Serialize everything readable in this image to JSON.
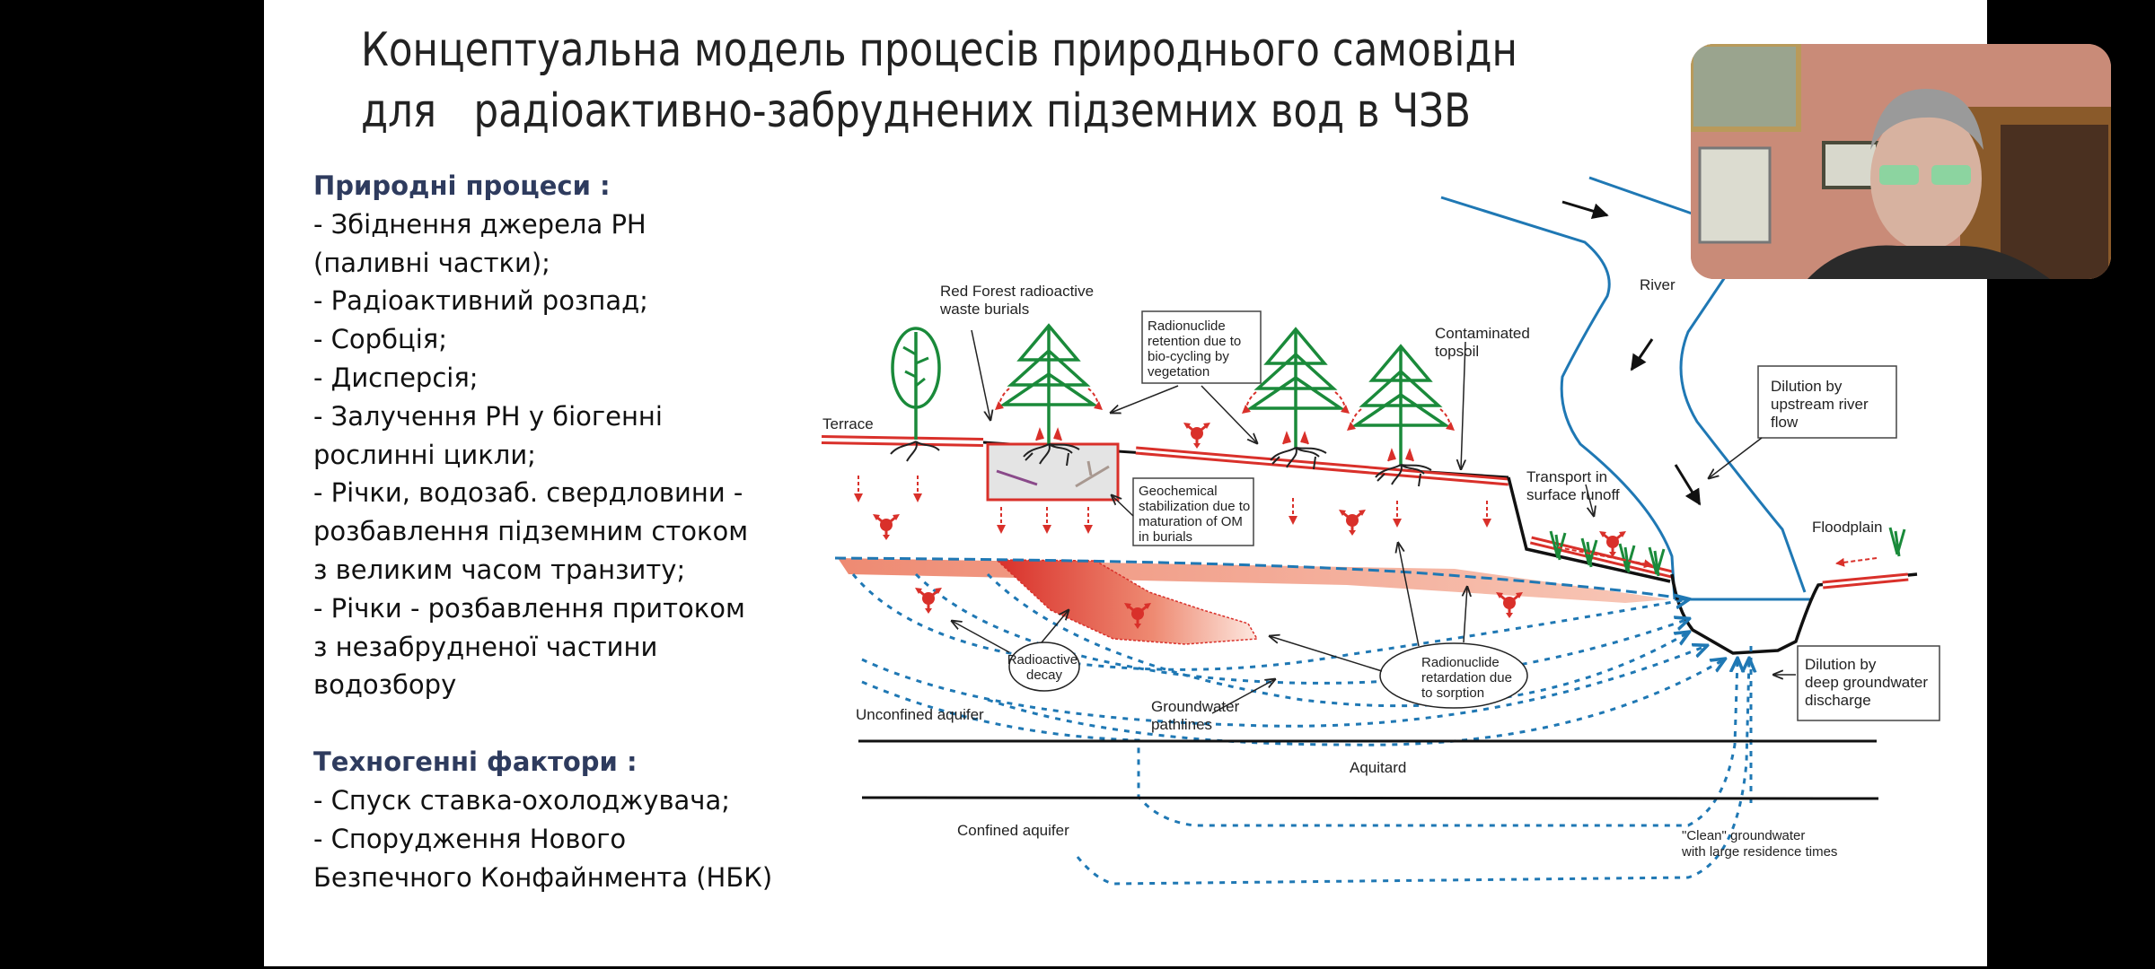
{
  "slide": {
    "title_lines": [
      "Концептуальна модель процесів природнього самовідн",
      "для   радіоактивно-забруднених підземних вод в ЧЗВ"
    ],
    "natural_heading": "Природні процеси :",
    "natural_items": [
      "- Збіднення джерела РН",
      "(паливні  частки);",
      "- Радіоактивний розпад;",
      "- Сорбція;",
      "- Дисперсія;",
      "- Залучення РН у біогенні",
      "рослинні цикли;",
      "- Річки, водозаб. свердловини -",
      "розбавлення підземним стоком",
      "з великим часом транзиту;",
      "- Річки - розбавлення притоком",
      "з незабрудненої частини",
      "водозбору"
    ],
    "tech_heading": "Техногенні фактори :",
    "tech_items": [
      "- Спуск ставка-охолоджувача;",
      "- Спорудження Нового",
      "Безпечного Конфайнмента (НБК)"
    ]
  },
  "diagram": {
    "labels": {
      "terrace": "Terrace",
      "red_forest": [
        "Red Forest radioactive",
        "waste burials"
      ],
      "retention_box": [
        "Radionuclide",
        "retention due to",
        "bio-cycling by",
        "vegetation"
      ],
      "contaminated_topsoil": [
        "Contaminated",
        "topsoil"
      ],
      "river": "River",
      "dilution_upstream": [
        "Dilution by",
        "upstream river",
        "flow"
      ],
      "transport_runoff": [
        "Transport in",
        "surface runoff"
      ],
      "floodplain": "Floodplain",
      "geochemical_box": [
        "Geochemical",
        "stabilization due to",
        "maturation of OM",
        "in burials"
      ],
      "radioactive_decay": [
        "Radioactive",
        "decay"
      ],
      "retardation": [
        "Radionuclide",
        "retardation due",
        "to sorption"
      ],
      "dilution_deep": [
        "Dilution by",
        "deep groundwater",
        "discharge"
      ],
      "unconfined_aquifer": "Unconfined aquifer",
      "groundwater_pathlines": [
        "Groundwater",
        "pathlines"
      ],
      "aquitard": "Aquitard",
      "confined_aquifer": "Confined aquifer",
      "clean_groundwater": [
        "\"Clean\" groundwater",
        "with large residence times"
      ]
    },
    "colors": {
      "river": "#1f78b4",
      "contamination": "#d9302a",
      "vegetation": "#1a8a3a",
      "ground": "#111111",
      "heading": "#2e3b5e"
    }
  },
  "webcam": {
    "icon": "presenter-video-feed"
  }
}
